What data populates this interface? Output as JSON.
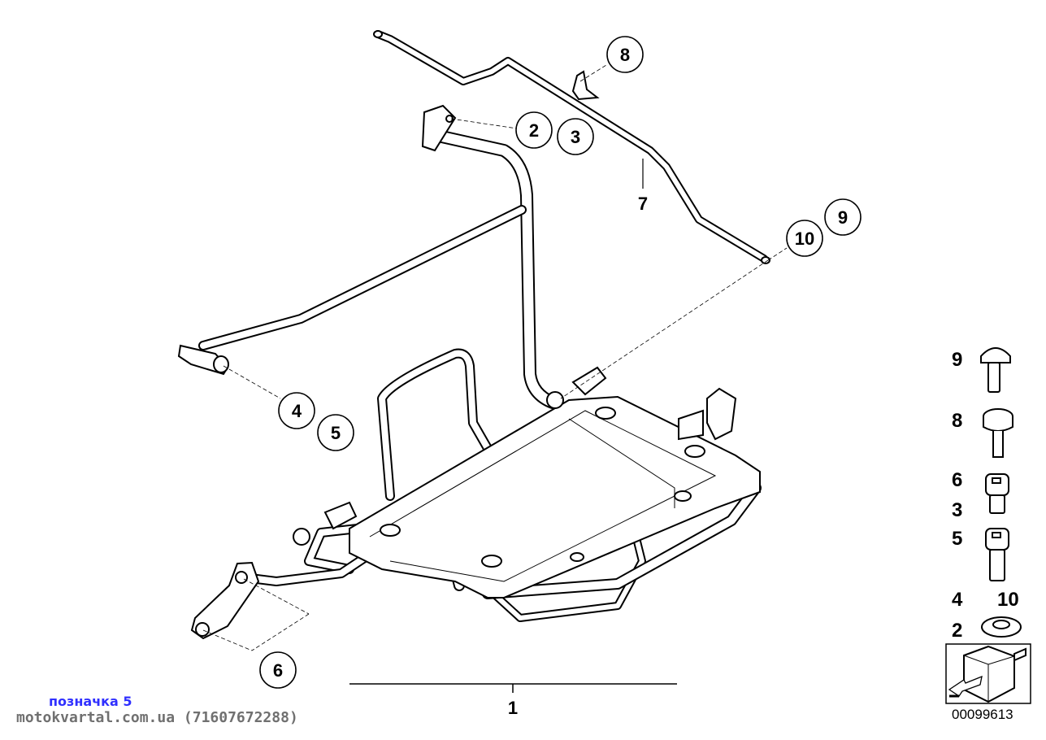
{
  "diagram": {
    "callouts": [
      "8",
      "2",
      "3",
      "7",
      "10",
      "9",
      "4",
      "5",
      "6",
      "1"
    ],
    "legend": {
      "rows": [
        "9",
        "8",
        "6",
        "3",
        "5",
        "4",
        "10",
        "2"
      ]
    },
    "part_number": "00099613"
  },
  "watermark": {
    "label": "позначка 5",
    "site": "motokvartal.com.ua (71607672288)"
  }
}
